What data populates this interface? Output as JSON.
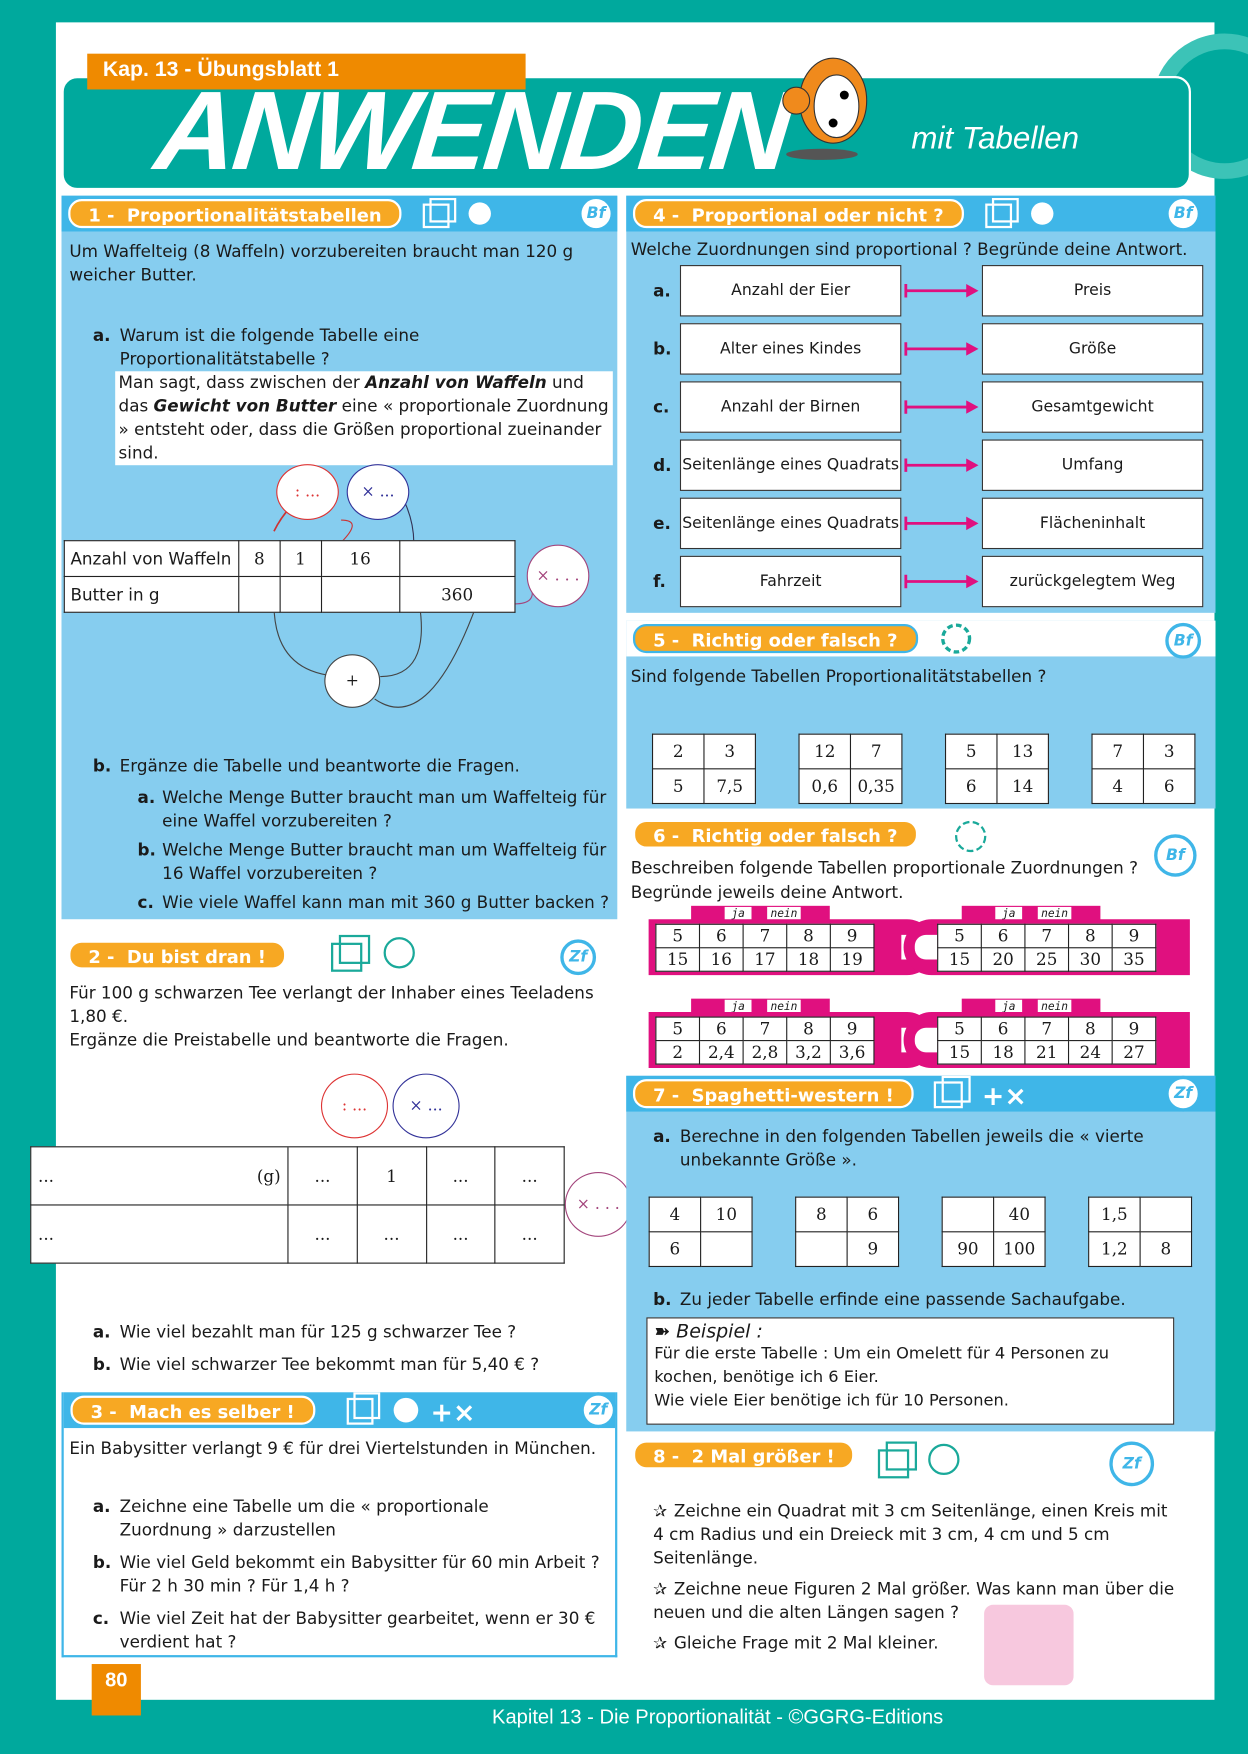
{
  "header": {
    "chapter": "Kap. 13 - Übungsblatt 1",
    "title": "ANWENDEN",
    "subtitle": "mit Tabellen"
  },
  "s1": {
    "label": "1 -  Proportionalitätstabellen",
    "badge": "Bf",
    "intro": "Um Waffelteig (8 Waffeln) vorzubereiten braucht man 120 g weicher Butter.",
    "a_label": "a.",
    "a_q": "Warum ist die folgende Tabelle eine Proportionalitätstabelle ?",
    "hint_1": "Man sagt, dass zwischen der ",
    "hint_b1": "Anzahl von Waffeln",
    "hint_2": " und das ",
    "hint_b2": "Gewicht von Butter",
    "hint_3": " eine « proportionale Zuordnung » entsteht oder, dass die Größen proportional zueinander sind.",
    "bubble_div": ": ...",
    "bubble_mul": "× ...",
    "bubble_mul2": "× . . .",
    "bubble_plus": "+",
    "table": [
      [
        "Anzahl von Waffeln",
        "8",
        "1",
        "16",
        ""
      ],
      [
        "Butter in g",
        "",
        "",
        "",
        "360"
      ]
    ],
    "b_label": "b.",
    "b_q": "Ergänze die Tabelle und beantworte die Fragen.",
    "sub": [
      {
        "l": "a.",
        "q": "Welche Menge Butter braucht man um Waffelteig für eine Waffel vorzubereiten ?"
      },
      {
        "l": "b.",
        "q": "Welche Menge Butter braucht man um Waffelteig für 16 Waffel vorzubereiten ?"
      },
      {
        "l": "c.",
        "q": "Wie viele Waffel kann man mit 360 g Butter backen ?"
      }
    ]
  },
  "s2": {
    "label": "2 -  Du bist dran !",
    "badge": "Zf",
    "intro": "Für 100 g schwarzen Tee verlangt der Inhaber eines Teeladens 1,80  €.",
    "intro2": "Ergänze die Preistabelle und beantworte die Fragen.",
    "bubble_div": ": ...",
    "bubble_mul": "× ...",
    "bubble_mul2": "× . . .",
    "table": [
      [
        "...",
        "(g)",
        "...",
        "1",
        "...",
        "..."
      ],
      [
        "...",
        "",
        "...",
        "...",
        "...",
        "..."
      ]
    ],
    "q": [
      {
        "l": "a.",
        "q": "Wie viel bezahlt man für 125 g schwarzer Tee ?"
      },
      {
        "l": "b.",
        "q": "Wie viel schwarzer Tee bekommt man für 5,40  € ?"
      }
    ]
  },
  "s3": {
    "label": "3 -  Mach es selber !",
    "badge": "Zf",
    "intro": "Ein Babysitter verlangt 9  € für drei Viertelstunden in München.",
    "q": [
      {
        "l": "a.",
        "q": "Zeichne eine Tabelle um die « proportionale Zuordnung » darzustellen"
      },
      {
        "l": "b.",
        "q": "Wie viel Geld bekommt ein Babysitter für 60 min Arbeit ? Für 2 h 30 min ? Für 1,4 h ?"
      },
      {
        "l": "c.",
        "q": "Wie viel Zeit hat der Babysitter gearbeitet, wenn er 30  € verdient hat ?"
      }
    ]
  },
  "s4": {
    "label": "4 -  Proportional oder nicht ?",
    "badge": "Bf",
    "intro": "Welche Zuordnungen sind proportional ? Begründe deine Antwort.",
    "rows": [
      {
        "l": "a.",
        "left": "Anzahl der Eier",
        "right": "Preis"
      },
      {
        "l": "b.",
        "left": "Alter eines Kindes",
        "right": "Größe"
      },
      {
        "l": "c.",
        "left": "Anzahl der Birnen",
        "right": "Gesamtgewicht"
      },
      {
        "l": "d.",
        "left": "Seitenlänge eines Quadrats",
        "right": "Umfang"
      },
      {
        "l": "e.",
        "left": "Seitenlänge eines Quadrats",
        "right": "Flächeninhalt"
      },
      {
        "l": "f.",
        "left": "Fahrzeit",
        "right": "zurückgelegtem Weg"
      }
    ]
  },
  "s5": {
    "label": "5 -  Richtig oder falsch ?",
    "badge": "Bf",
    "intro": "Sind folgende Tabellen Proportionalitätstabellen ?",
    "tables": [
      [
        [
          "2",
          "3"
        ],
        [
          "5",
          "7,5"
        ]
      ],
      [
        [
          "12",
          "7"
        ],
        [
          "0,6",
          "0,35"
        ]
      ],
      [
        [
          "5",
          "13"
        ],
        [
          "6",
          "14"
        ]
      ],
      [
        [
          "7",
          "3"
        ],
        [
          "4",
          "6"
        ]
      ]
    ]
  },
  "s6": {
    "label": "6 -  Richtig oder falsch ?",
    "badge": "Bf",
    "intro": "Beschreiben folgende Tabellen proportionale Zuordnungen ?",
    "intro2": "Begründe jeweils deine Antwort.",
    "ja": "ja",
    "nein": "nein",
    "tables": [
      [
        [
          "5",
          "6",
          "7",
          "8",
          "9"
        ],
        [
          "15",
          "16",
          "17",
          "18",
          "19"
        ]
      ],
      [
        [
          "5",
          "6",
          "7",
          "8",
          "9"
        ],
        [
          "15",
          "20",
          "25",
          "30",
          "35"
        ]
      ],
      [
        [
          "5",
          "6",
          "7",
          "8",
          "9"
        ],
        [
          "2",
          "2,4",
          "2,8",
          "3,2",
          "3,6"
        ]
      ],
      [
        [
          "5",
          "6",
          "7",
          "8",
          "9"
        ],
        [
          "15",
          "18",
          "21",
          "24",
          "27"
        ]
      ]
    ]
  },
  "s7": {
    "label": "7 -  Spaghetti-western !",
    "badge": "Zf",
    "a_label": "a.",
    "a_q": "Berechne in den folgenden Tabellen jeweils die « vierte unbekannte Größe ».",
    "tables": [
      [
        [
          "4",
          "10"
        ],
        [
          "6",
          ""
        ]
      ],
      [
        [
          "8",
          "6"
        ],
        [
          "",
          "9"
        ]
      ],
      [
        [
          "",
          "40"
        ],
        [
          "90",
          "100"
        ]
      ],
      [
        [
          "1,5",
          ""
        ],
        [
          "1,2",
          "8"
        ]
      ]
    ],
    "b_label": "b.",
    "b_q": "Zu jeder Tabelle erfinde eine passende Sachaufgabe.",
    "example_title": "Beispiel :",
    "example": "Für die erste Tabelle : Um ein Omelett für 4 Personen zu kochen, benötige ich 6 Eier.",
    "example2": "Wie viele Eier benötige ich für 10 Personen."
  },
  "s8": {
    "label": "8 -  2 Mal größer !",
    "badge": "Zf",
    "items": [
      "Zeichne ein Quadrat mit 3 cm Seitenlänge, einen Kreis mit 4 cm Radius und ein Dreieck mit 3 cm, 4 cm und 5 cm Seitenlänge.",
      "Zeichne neue Figuren 2 Mal größer. Was kann man über die neuen und die alten Längen sagen ?",
      "Gleiche Frage mit 2 Mal kleiner."
    ]
  },
  "footer": {
    "page": "80",
    "text": "Kapitel 13 - Die Proportionalität - ©GGRG-Editions"
  },
  "colors": {
    "teal": "#00a99d",
    "orange": "#f7a823",
    "blue": "#3fb6e8",
    "lightblue": "#86cdef",
    "magenta": "#e0107f"
  }
}
